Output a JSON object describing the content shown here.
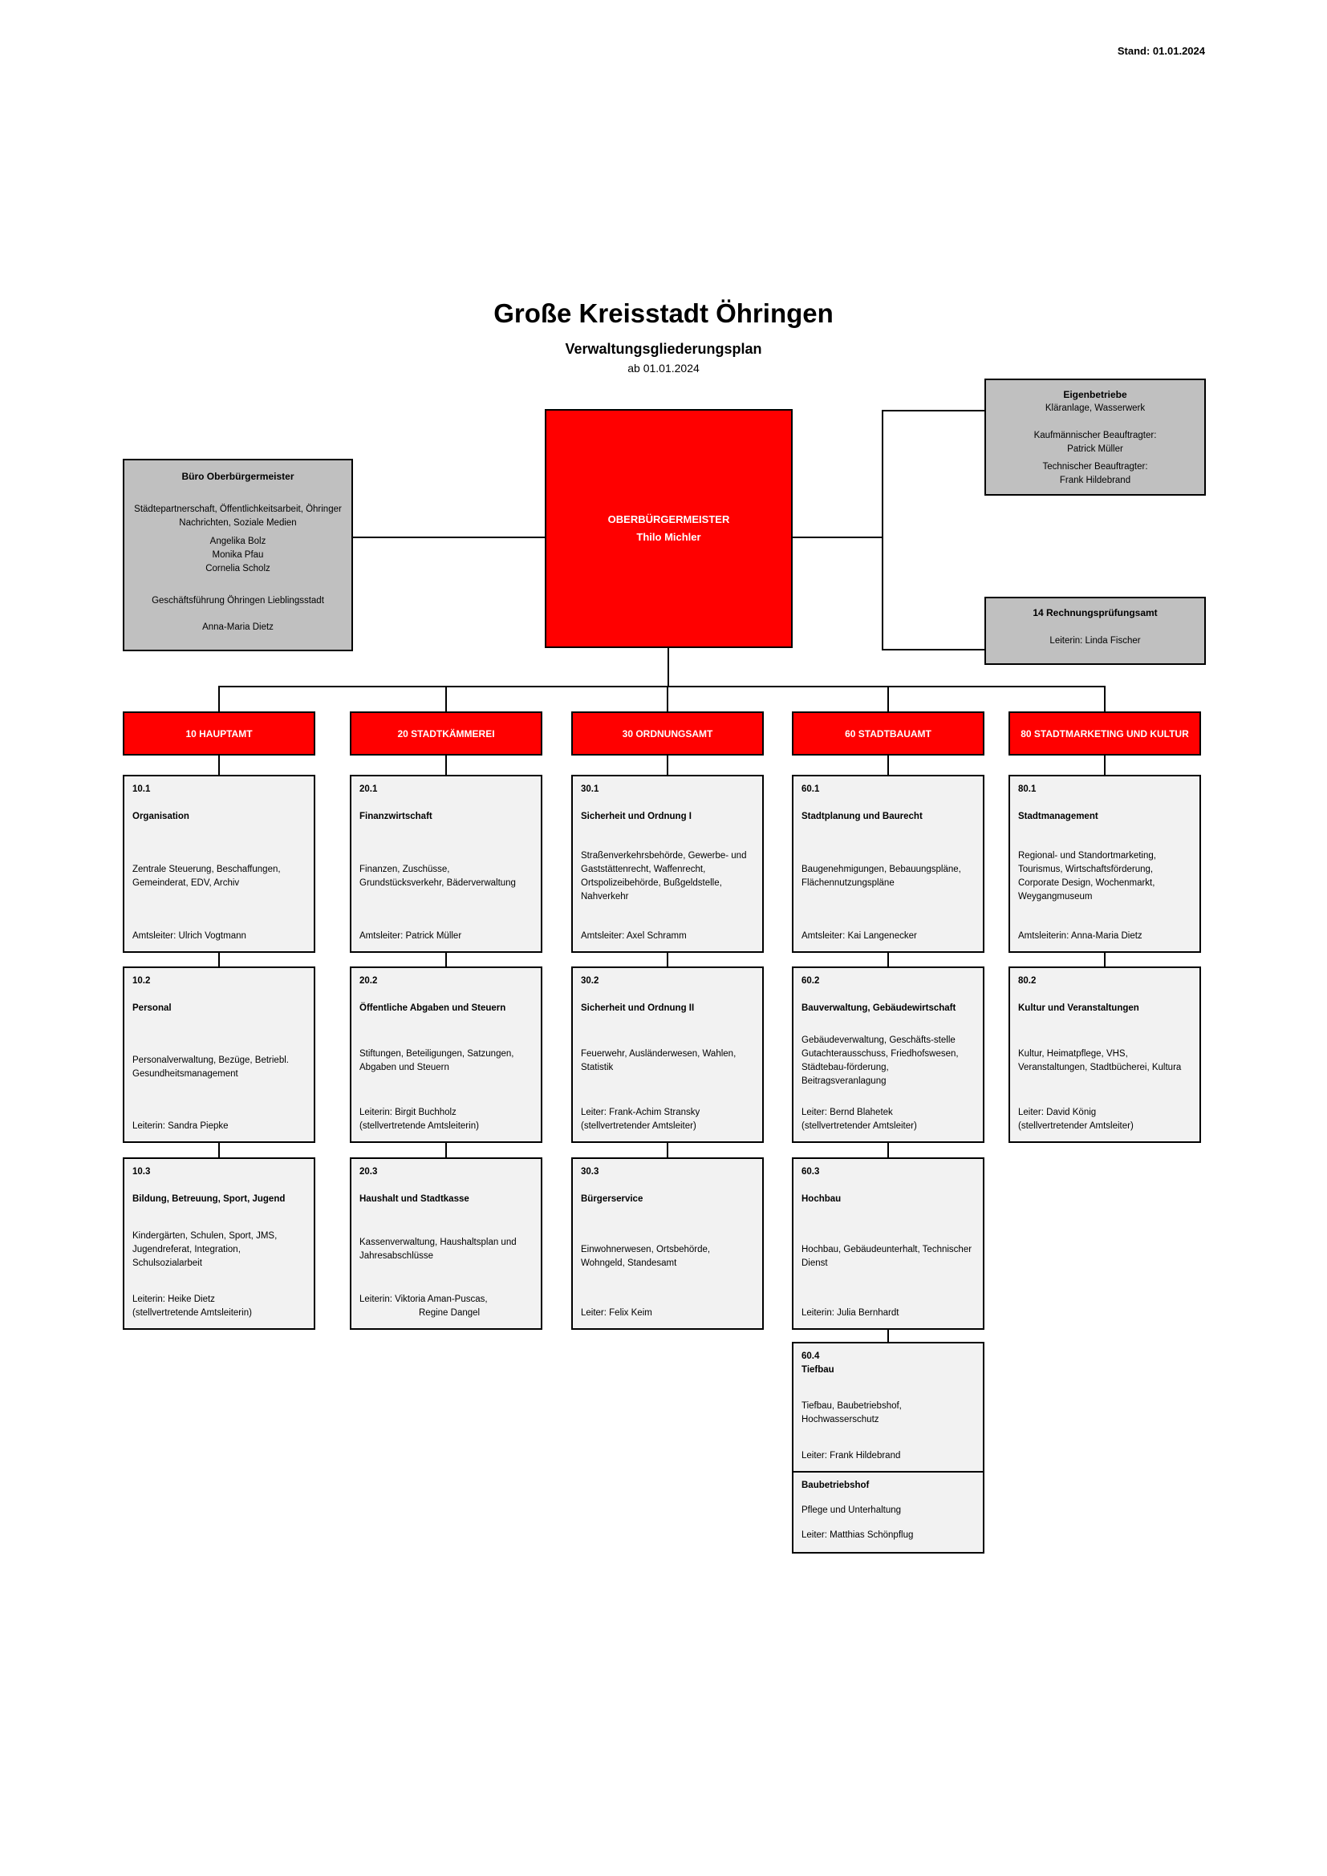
{
  "meta": {
    "stand": "Stand: 01.01.2024"
  },
  "colors": {
    "accent_red": "#ff0000",
    "box_gray": "#c0c0c0",
    "box_light": "#f2f2f2",
    "line_black": "#000000"
  },
  "header": {
    "title": "Große Kreisstadt Öhringen",
    "subtitle": "Verwaltungsgliederungsplan",
    "date": "ab 01.01.2024"
  },
  "mayor": {
    "role": "OBERBÜRGERMEISTER",
    "name": "Thilo Michler"
  },
  "buero": {
    "title": "Büro Oberbürgermeister",
    "tasks": "Städtepartnerschaft, Öffentlichkeitsarbeit, Öhringer Nachrichten, Soziale Medien",
    "staff": [
      "Angelika Bolz",
      "Monika Pfau",
      "Cornelia Scholz"
    ],
    "management": "Geschäftsführung Öhringen Lieblingsstadt",
    "management_person": "Anna-Maria Dietz"
  },
  "eigenbetriebe": {
    "title": "Eigenbetriebe",
    "subtitle": "Kläranlage, Wasserwerk",
    "role1_label": "Kaufmännischer Beauftragter:",
    "role1_name": "Patrick Müller",
    "role2_label": "Technischer Beauftragter:",
    "role2_name": "Frank Hildebrand"
  },
  "rechnungspruefungsamt": {
    "title": "14 Rechnungsprüfungsamt",
    "leader": "Leiterin: Linda Fischer"
  },
  "columns": [
    {
      "header": "10 HAUPTAMT",
      "boxes": [
        {
          "num": "10.1",
          "title": "Organisation",
          "desc": "Zentrale Steuerung, Beschaffungen, Gemeinderat, EDV, Archiv",
          "leader": "Amtsleiter: Ulrich Vogtmann",
          "leader2": ""
        },
        {
          "num": "10.2",
          "title": "Personal",
          "desc": "Personalverwaltung, Bezüge, Betriebl. Gesundheitsmanagement",
          "leader": "Leiterin: Sandra Piepke",
          "leader2": ""
        },
        {
          "num": "10.3",
          "title": "Bildung, Betreuung, Sport, Jugend",
          "desc": "Kindergärten, Schulen, Sport, JMS, Jugendreferat, Integration, Schulsozialarbeit",
          "leader": "Leiterin: Heike Dietz",
          "leader2": "(stellvertretende Amtsleiterin)"
        }
      ]
    },
    {
      "header": "20 STADTKÄMMEREI",
      "boxes": [
        {
          "num": "20.1",
          "title": "Finanzwirtschaft",
          "desc": "Finanzen, Zuschüsse, Grundstücksverkehr, Bäderverwaltung",
          "leader": "Amtsleiter: Patrick Müller",
          "leader2": ""
        },
        {
          "num": "20.2",
          "title": "Öffentliche Abgaben und Steuern",
          "desc": "Stiftungen, Beteiligungen, Satzungen, Abgaben und Steuern",
          "leader": "Leiterin: Birgit Buchholz",
          "leader2": "(stellvertretende Amtsleiterin)"
        },
        {
          "num": "20.3",
          "title": "Haushalt und Stadtkasse",
          "desc": "Kassenverwaltung, Haushaltsplan und Jahresabschlüsse",
          "leader": "Leiterin: Viktoria Aman-Puscas,",
          "leader2": "Regine Dangel"
        }
      ]
    },
    {
      "header": "30 ORDNUNGSAMT",
      "boxes": [
        {
          "num": "30.1",
          "title": "Sicherheit und Ordnung I",
          "desc": "Straßenverkehrsbehörde, Gewerbe- und Gaststättenrecht, Waffenrecht, Ortspolizeibehörde, Bußgeldstelle, Nahverkehr",
          "leader": "Amtsleiter: Axel Schramm",
          "leader2": ""
        },
        {
          "num": "30.2",
          "title": "Sicherheit und Ordnung II",
          "desc": "Feuerwehr, Ausländerwesen, Wahlen, Statistik",
          "leader": "Leiter: Frank-Achim Stransky",
          "leader2": "(stellvertretender Amtsleiter)"
        },
        {
          "num": "30.3",
          "title": "Bürgerservice",
          "desc": "Einwohnerwesen, Ortsbehörde, Wohngeld, Standesamt",
          "leader": "Leiter: Felix Keim",
          "leader2": ""
        }
      ]
    },
    {
      "header": "60 STADTBAUAMT",
      "boxes": [
        {
          "num": "60.1",
          "title": "Stadtplanung und Baurecht",
          "desc": "Baugenehmigungen, Bebauungspläne, Flächennutzungspläne",
          "leader": "Amtsleiter: Kai Langenecker",
          "leader2": ""
        },
        {
          "num": "60.2",
          "title": "Bauverwaltung, Gebäudewirtschaft",
          "desc": "Gebäudeverwaltung, Geschäfts-stelle Gutachterausschuss, Friedhofswesen, Städtebau-förderung, Beitragsveranlagung",
          "leader": "Leiter: Bernd Blahetek",
          "leader2": "(stellvertretender Amtsleiter)"
        },
        {
          "num": "60.3",
          "title": "Hochbau",
          "desc": "Hochbau, Gebäudeunterhalt, Technischer Dienst",
          "leader": "Leiterin: Julia Bernhardt",
          "leader2": ""
        },
        {
          "num": "60.4",
          "title": "Tiefbau",
          "desc": "Tiefbau, Baubetriebshof, Hochwasserschutz",
          "leader": "Leiter: Frank Hildebrand",
          "leader2": ""
        }
      ],
      "annex": {
        "title": "Baubetriebshof",
        "desc": "Pflege und Unterhaltung",
        "leader": "Leiter: Matthias Schönpflug"
      }
    },
    {
      "header": "80 STADTMARKETING UND KULTUR",
      "boxes": [
        {
          "num": "80.1",
          "title": "Stadtmanagement",
          "desc": "Regional- und Standortmarketing, Tourismus, Wirtschaftsförderung, Corporate Design, Wochenmarkt, Weygangmuseum",
          "leader": "Amtsleiterin: Anna-Maria Dietz",
          "leader2": ""
        },
        {
          "num": "80.2",
          "title": "Kultur und Veranstaltungen",
          "desc": "Kultur, Heimatpflege, VHS, Veranstaltungen, Stadtbücherei, Kultura",
          "leader": "Leiter: David König",
          "leader2": "(stellvertretender Amtsleiter)"
        }
      ]
    }
  ]
}
